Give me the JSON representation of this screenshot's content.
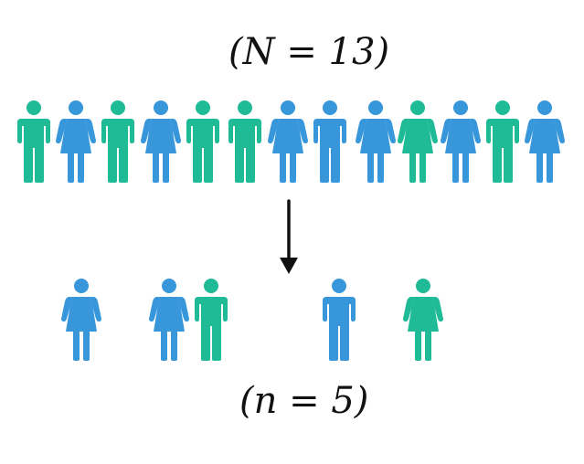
{
  "population": {
    "label": "(N = 13)",
    "people": [
      {
        "type": "male",
        "color": "#1fba96"
      },
      {
        "type": "female",
        "color": "#3896db"
      },
      {
        "type": "male",
        "color": "#1fba96"
      },
      {
        "type": "female",
        "color": "#3896db"
      },
      {
        "type": "male",
        "color": "#1fba96"
      },
      {
        "type": "male",
        "color": "#1fba96"
      },
      {
        "type": "female",
        "color": "#3896db"
      },
      {
        "type": "male",
        "color": "#3896db"
      },
      {
        "type": "female",
        "color": "#3896db"
      },
      {
        "type": "female",
        "color": "#1fba96"
      },
      {
        "type": "female",
        "color": "#3896db"
      },
      {
        "type": "male",
        "color": "#1fba96"
      },
      {
        "type": "female",
        "color": "#3896db"
      }
    ]
  },
  "sample": {
    "label": "(n = 5)",
    "people": [
      {
        "type": "female",
        "color": "#3896db"
      },
      {
        "type": "female",
        "color": "#3896db"
      },
      {
        "type": "male",
        "color": "#1fba96"
      },
      {
        "type": "male",
        "color": "#3896db"
      },
      {
        "type": "female",
        "color": "#1fba96"
      }
    ]
  },
  "arrow": {
    "color": "#111111"
  }
}
